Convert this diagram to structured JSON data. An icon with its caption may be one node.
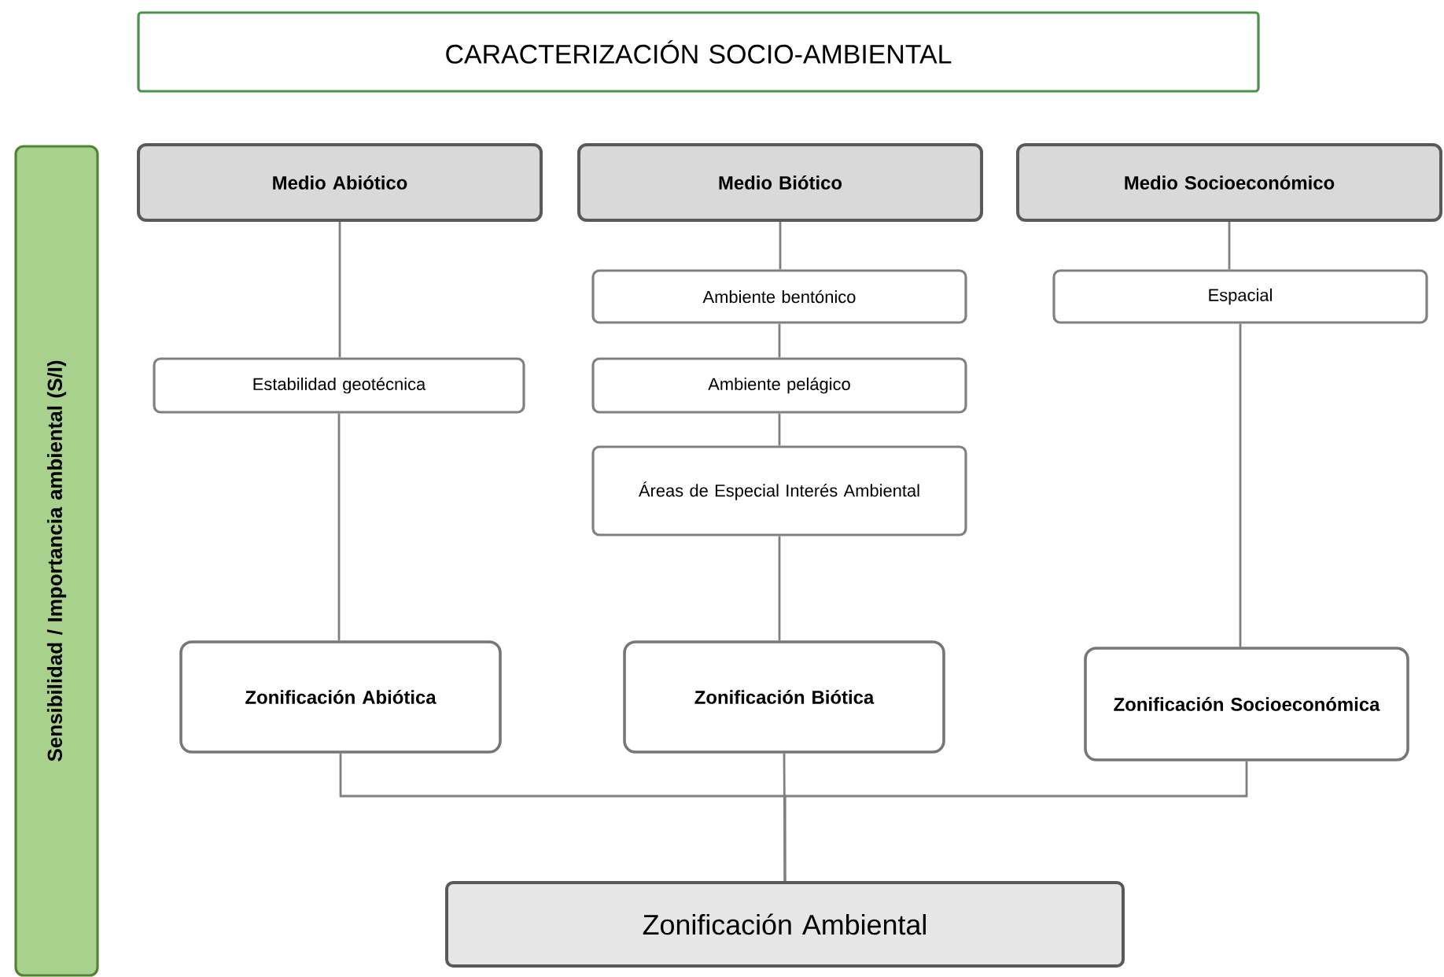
{
  "diagram": {
    "nodes": [
      {
        "text": [
          "CARACTERIZACIÓN SOCIO-AMBIENTAL"
        ]
      },
      {
        "text": [
          "Sensibilidad / Importancia ambiental (S/I)"
        ]
      },
      {
        "text": [
          "Medio Abiótico"
        ]
      },
      {
        "text": [
          "Medio Biótico"
        ]
      },
      {
        "text": [
          "Medio Socioeconómico"
        ]
      },
      {
        "text": [
          "Estabilidad geotécnica"
        ]
      },
      {
        "text": [
          "Ambiente bentónico"
        ]
      },
      {
        "text": [
          "Ambiente pelágico"
        ]
      },
      {
        "text": [
          "Áreas de Especial Interés Ambiental"
        ]
      },
      {
        "text": [
          "Espacial"
        ]
      },
      {
        "text": [
          "Zonificación Abiótica"
        ]
      },
      {
        "text": [
          "Zonificación Biótica"
        ]
      },
      {
        "text": [
          "Zonificación Socioeconómica"
        ]
      },
      {
        "text": [
          "Zonificación Ambiental"
        ]
      }
    ],
    "edges": [
      {
        "from": 2,
        "to": 5,
        "arrow": "none"
      },
      {
        "from": 5,
        "to": 10,
        "arrow": "none"
      },
      {
        "from": 3,
        "to": 6,
        "arrow": "none"
      },
      {
        "from": 6,
        "to": 7,
        "arrow": "none"
      },
      {
        "from": 7,
        "to": 8,
        "arrow": "none"
      },
      {
        "from": 8,
        "to": 11,
        "arrow": "none"
      },
      {
        "from": 4,
        "to": 9,
        "arrow": "none"
      },
      {
        "from": 9,
        "to": 12,
        "arrow": "none"
      },
      {
        "from": 10,
        "to": 13,
        "arrow": "none"
      },
      {
        "from": 11,
        "to": 13,
        "arrow": "none"
      },
      {
        "from": 12,
        "to": 13,
        "arrow": "none"
      }
    ]
  }
}
